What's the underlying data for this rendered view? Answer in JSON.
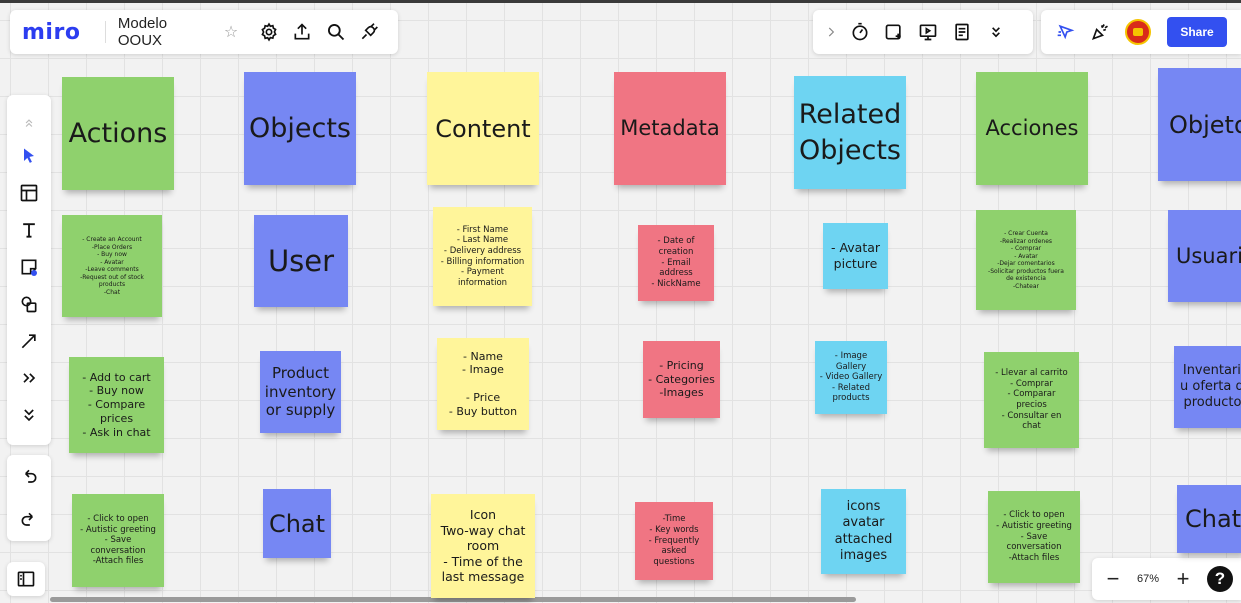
{
  "header": {
    "logo": "miro",
    "board_title": "Modelo OOUX"
  },
  "share_label": "Share",
  "zoom": {
    "level": "67%",
    "help": "?"
  },
  "colors": {
    "green": "#8fd16d",
    "blue": "#7687f3",
    "yellow": "#fff59a",
    "red": "#f07583",
    "cyan": "#6ed4f2",
    "brand": "#3350f0"
  },
  "toolbar_icons": [
    "collapse-up-icon",
    "select-cursor-icon",
    "templates-icon",
    "text-icon",
    "sticky-note-icon",
    "shapes-icon",
    "connection-line-icon",
    "more-tools-icon",
    "expand-down-icon"
  ],
  "notes": {
    "actions": "Actions",
    "objects": "Objects",
    "content": "Content",
    "metadata": "Metadata",
    "related_objects": "Related\nObjects",
    "acciones": "Acciones",
    "objetos": "Objeto",
    "user_actions": "- Create an Account\n-Place Orders\n- Buy now\n- Avatar\n-Leave comments\n-Request out of stock\nproducts\n-Chat",
    "user": "User",
    "user_content": "- First Name\n- Last Name\n- Delivery address\n- Billing information\n- Payment\ninformation",
    "user_metadata": "- Date of\ncreation\n- Email\naddress\n- NickName",
    "user_related": "- Avatar\npicture",
    "usuario_acciones": "- Crear Cuenta\n-Realizar ordenes\n- Comprar\n- Avatar\n-Dejar comentarios\n-Solicitar productos fuera\nde existencia\n-Chatear",
    "usuario": "Usuario",
    "product_actions": "- Add to cart\n- Buy now\n- Compare\nprices\n- Ask in chat",
    "product": "Product\ninventory\nor supply",
    "product_content": "- Name\n- Image\n\n- Price\n- Buy button",
    "product_metadata": "- Pricing\n- Categories\n-Images",
    "product_related": "- Image Gallery\n- Video Gallery\n- Related\nproducts",
    "producto_acciones": "- Llevar al carrito\n- Comprar\n- Comparar\nprecios\n- Consultar en\nchat",
    "inventario": "Inventario\nu oferta de\nproductos",
    "chat_actions": "- Click to open\n- Autistic greeting\n- Save\nconversation\n-Attach files",
    "chat": "Chat",
    "chat_content": "Icon\nTwo-way chat\nroom\n- Time of the\nlast message",
    "chat_metadata": "-Time\n- Key words\n- Frequently\nasked\nquestions",
    "chat_related": "icons\navatar\nattached\nimages",
    "chat_acciones": "- Click to open\n- Autistic greeting\n- Save\nconversation\n-Attach files",
    "chat_es": "Chat"
  }
}
